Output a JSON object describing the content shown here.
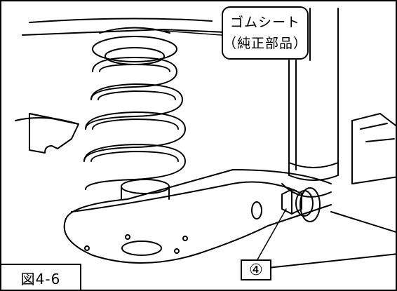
{
  "callout": {
    "line1": "ゴムシート",
    "line2": "（純正部品）"
  },
  "part_number": "④",
  "figure_label": "図4-6",
  "icons": [
    "coil-spring-illustration",
    "shock-absorber-illustration",
    "lower-arm-illustration",
    "bolt-illustration"
  ]
}
